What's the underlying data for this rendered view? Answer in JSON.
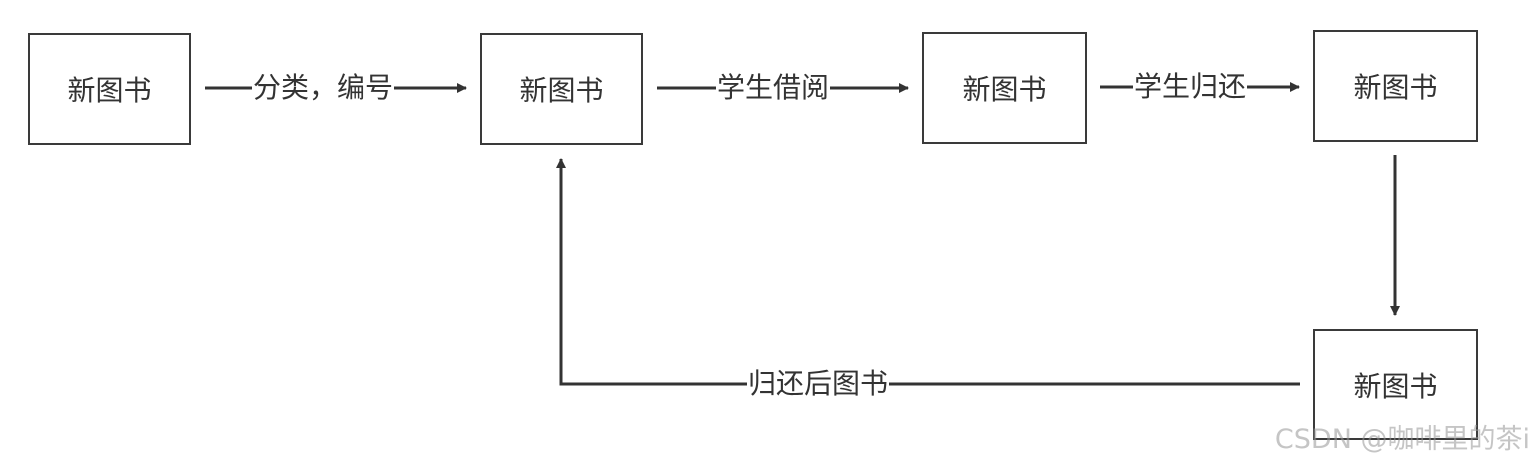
{
  "diagram": {
    "nodes": [
      {
        "id": "n1",
        "label": "新图书"
      },
      {
        "id": "n2",
        "label": "新图书"
      },
      {
        "id": "n3",
        "label": "新图书"
      },
      {
        "id": "n4",
        "label": "新图书"
      },
      {
        "id": "n5",
        "label": "新图书"
      }
    ],
    "edges": [
      {
        "from": "n1",
        "to": "n2",
        "label": "分类，编号"
      },
      {
        "from": "n2",
        "to": "n3",
        "label": "学生借阅"
      },
      {
        "from": "n3",
        "to": "n4",
        "label": "学生归还"
      },
      {
        "from": "n4",
        "to": "n5",
        "label": ""
      },
      {
        "from": "n5",
        "to": "n2",
        "label": "归还后图书"
      }
    ],
    "colors": {
      "line": "#333333",
      "border": "#3a3a3a",
      "text": "#333333"
    }
  },
  "watermark": "CSDN @咖啡里的茶i"
}
